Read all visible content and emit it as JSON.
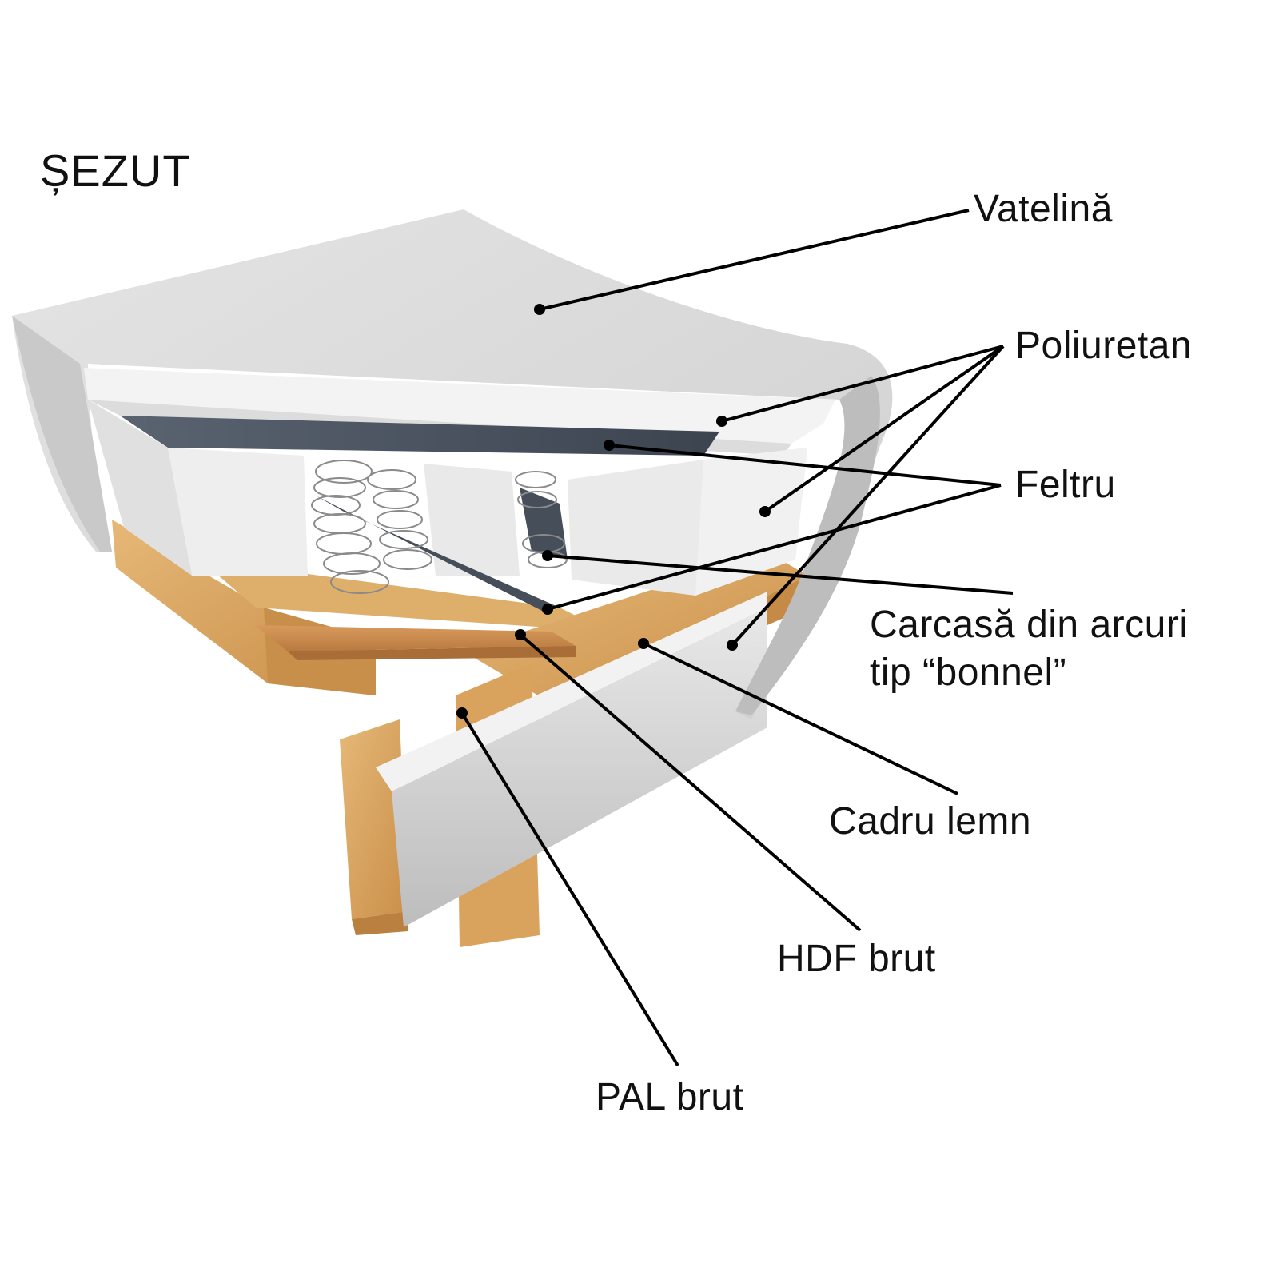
{
  "title": "ȘEZUT",
  "labels": {
    "vatelina": "Vatelină",
    "poliuretan": "Poliuretan",
    "feltru": "Feltru",
    "carcasa_line1": "Carcasă din arcuri",
    "carcasa_line2": "tip “bonnel”",
    "cadru_lemn": "Cadru lemn",
    "hdf_brut": "HDF brut",
    "pal_brut": "PAL brut"
  },
  "colors": {
    "fabric": "#d9d9d9",
    "foam": "#ececec",
    "felt": "#4a5360",
    "wood": "#d9a45c",
    "board": "#c98a4e",
    "line": "#000000"
  }
}
